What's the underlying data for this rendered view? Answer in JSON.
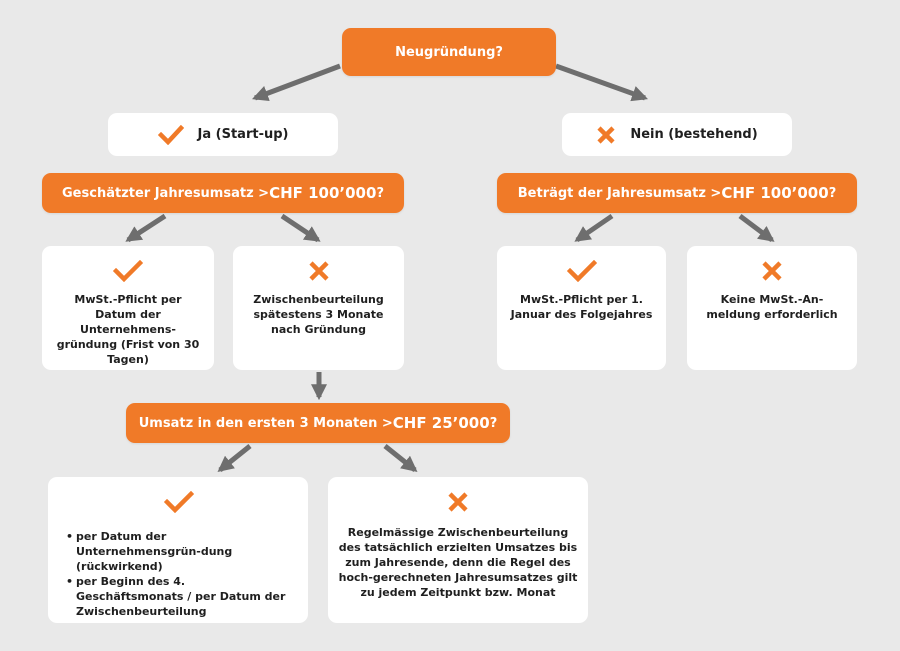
{
  "nodes": {
    "root": {
      "label": "Neugründung?"
    },
    "ja": {
      "label": "Ja (Start-up)",
      "icon": "check-icon"
    },
    "nein": {
      "label": "Nein (bestehend)",
      "icon": "cross-icon"
    },
    "q_left": {
      "prefix": "Geschätzter Jahresumsatz > ",
      "amount": "CHF 100’000",
      "suffix": "?"
    },
    "q_right": {
      "prefix": "Beträgt der Jahresumsatz > ",
      "amount": "CHF 100’000",
      "suffix": "?"
    },
    "card_1": {
      "icon": "check-icon",
      "text": "MwSt.-Pflicht per Datum der Unternehmens-gründung (Frist von 30 Tagen)"
    },
    "card_2": {
      "icon": "cross-icon",
      "text": "Zwischenbeurteilung spätestens 3 Monate nach Gründung"
    },
    "card_3": {
      "icon": "check-icon",
      "text": "MwSt.-Pflicht per 1. Januar des Folgejahres"
    },
    "card_4": {
      "icon": "cross-icon",
      "text": "Keine MwSt.-An-meldung erforderlich"
    },
    "q_mid": {
      "prefix": "Umsatz in den ersten 3 Monaten > ",
      "amount": "CHF 25’000",
      "suffix": "?"
    },
    "card_5": {
      "icon": "check-icon",
      "bullets": [
        "per Datum der Unternehmensgrün-dung (rückwirkend)",
        "per Beginn des 4. Geschäftsmonats / per Datum der Zwischenbeurteilung"
      ]
    },
    "card_6": {
      "icon": "cross-icon",
      "text": "Regelmässige Zwischenbeurteilung des tatsächlich erzielten Umsatzes bis zum Jahresende, denn die Regel des hoch-gerechneten Jahresumsatzes gilt zu jedem Zeitpunkt bzw. Monat"
    }
  },
  "colors": {
    "accent": "#f07a28",
    "arrow": "#6e6e6e",
    "background": "#e9e9e9",
    "card": "#ffffff"
  }
}
